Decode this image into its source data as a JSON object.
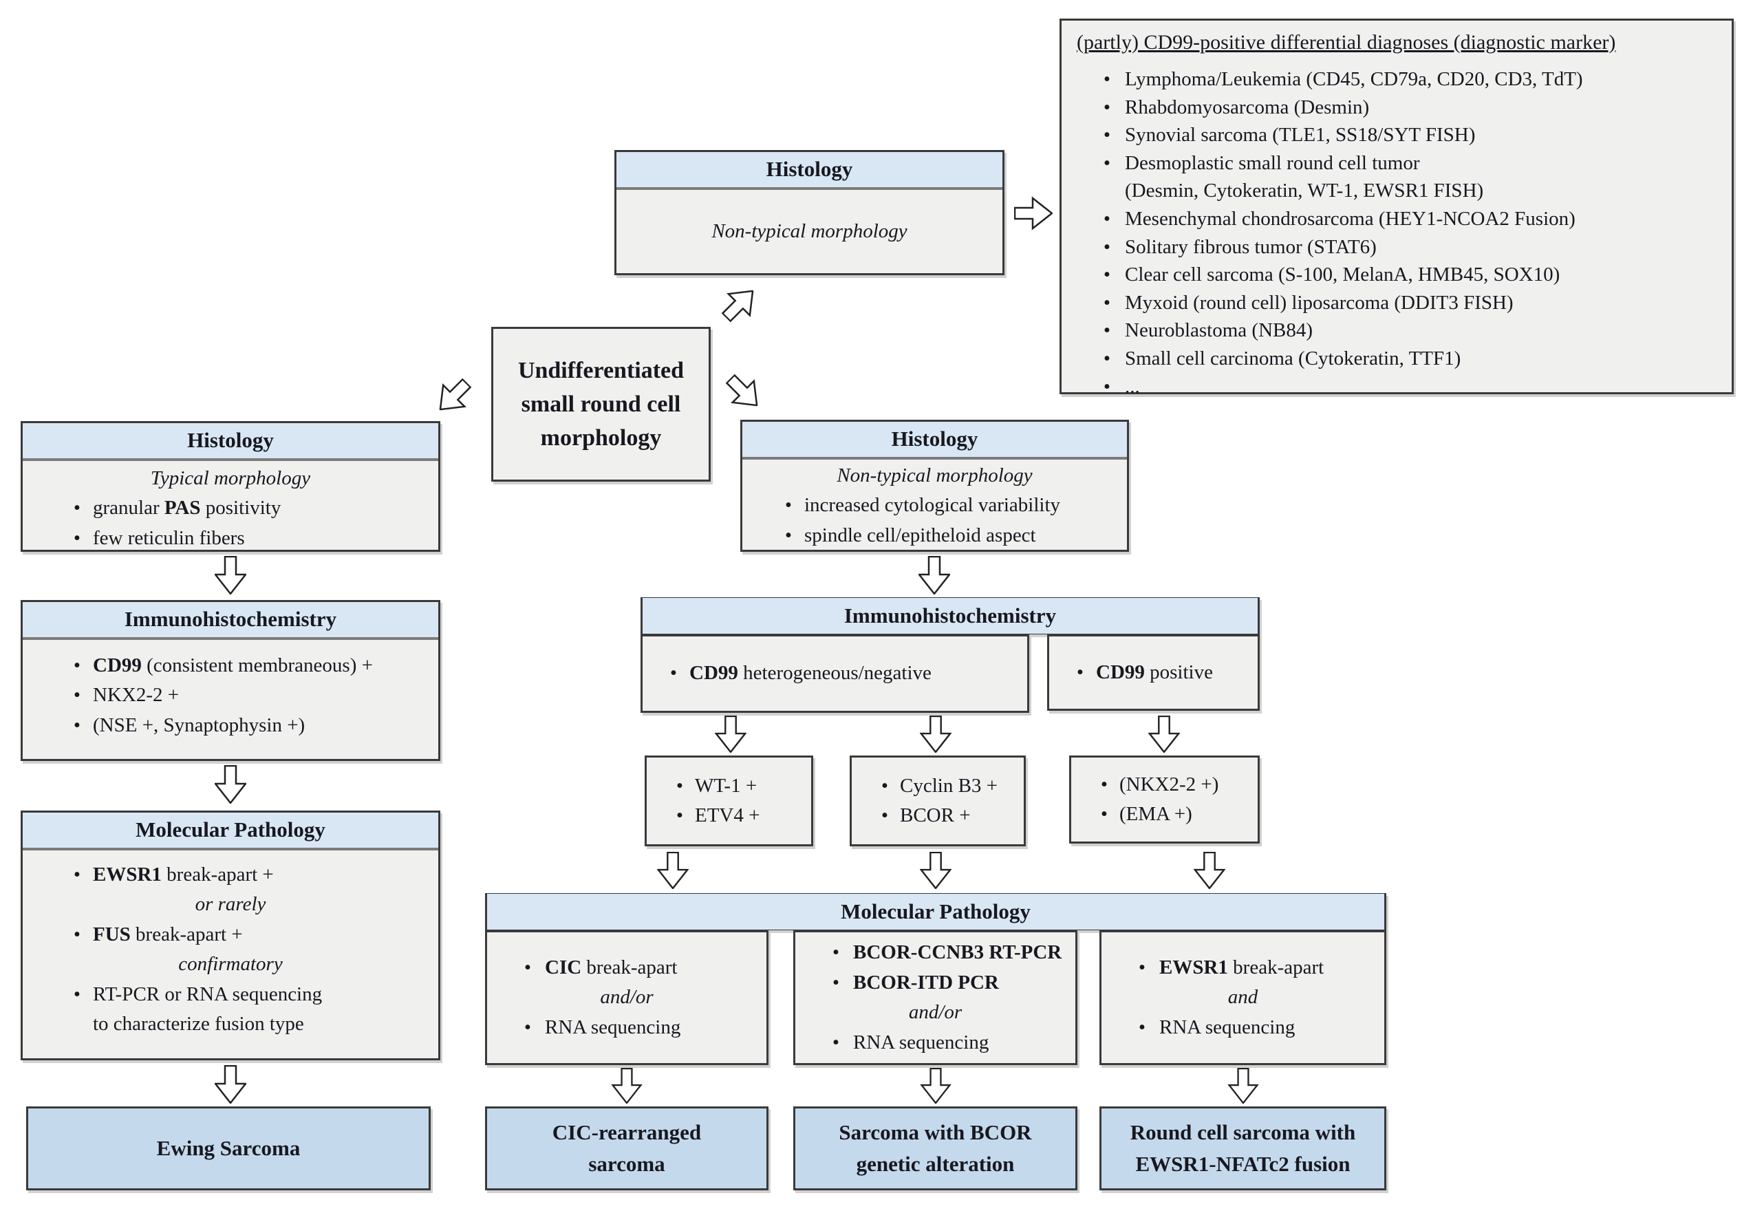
{
  "palette": {
    "header_fill": "#d9e7f5",
    "body_fill": "#f0f0ee",
    "result_fill": "#c4d9ec",
    "border": "#3a3a3a",
    "text": "#181820"
  },
  "differential": {
    "title": "(partly) CD99-positive differential diagnoses (diagnostic marker)",
    "lines": [
      {
        "type": "bullet",
        "seg": [
          {
            "t": "Lymphoma/Leukemia (CD45, CD79a, CD20, CD3, TdT)"
          }
        ]
      },
      {
        "type": "bullet",
        "seg": [
          {
            "t": "Rhabdomyosarcoma (Desmin)"
          }
        ]
      },
      {
        "type": "bullet",
        "seg": [
          {
            "t": "Synovial sarcoma (TLE1, SS18/SYT FISH)"
          }
        ]
      },
      {
        "type": "bullet",
        "seg": [
          {
            "t": "Desmoplastic small round cell tumor"
          }
        ]
      },
      {
        "type": "cont",
        "seg": [
          {
            "t": "(Desmin, Cytokeratin, WT-1, EWSR1 FISH)"
          }
        ]
      },
      {
        "type": "bullet",
        "seg": [
          {
            "t": "Mesenchymal chondrosarcoma (HEY1-NCOA2 Fusion)"
          }
        ]
      },
      {
        "type": "bullet",
        "seg": [
          {
            "t": "Solitary fibrous tumor (STAT6)"
          }
        ]
      },
      {
        "type": "bullet",
        "seg": [
          {
            "t": "Clear cell sarcoma (S-100, MelanA, HMB45, SOX10)"
          }
        ]
      },
      {
        "type": "bullet",
        "seg": [
          {
            "t": "Myxoid (round cell) liposarcoma (DDIT3 FISH)"
          }
        ]
      },
      {
        "type": "bullet",
        "seg": [
          {
            "t": "Neuroblastoma (NB84)"
          }
        ]
      },
      {
        "type": "bullet",
        "seg": [
          {
            "t": "Small cell carcinoma (Cytokeratin, TTF1)"
          }
        ]
      },
      {
        "type": "bullet",
        "seg": [
          {
            "t": "..."
          }
        ]
      }
    ]
  },
  "top": {
    "histology": {
      "header": "Histology",
      "lines": [
        {
          "type": "center",
          "seg": [
            {
              "t": "Non-typical morphology",
              "i": true
            }
          ]
        }
      ]
    }
  },
  "center": {
    "lines": [
      {
        "type": "center",
        "seg": [
          {
            "t": "Undifferentiated",
            "b": true
          }
        ]
      },
      {
        "type": "center",
        "seg": [
          {
            "t": "small round cell",
            "b": true
          }
        ]
      },
      {
        "type": "center",
        "seg": [
          {
            "t": "morphology",
            "b": true
          }
        ]
      }
    ]
  },
  "left": {
    "histology": {
      "header": "Histology",
      "lines": [
        {
          "type": "center",
          "seg": [
            {
              "t": "Typical morphology",
              "i": true
            }
          ]
        },
        {
          "type": "bullet",
          "seg": [
            {
              "t": "granular "
            },
            {
              "t": "PAS",
              "b": true
            },
            {
              "t": " positivity"
            }
          ]
        },
        {
          "type": "bullet",
          "seg": [
            {
              "t": "few reticulin fibers"
            }
          ]
        }
      ]
    },
    "ihc": {
      "header": "Immunohistochemistry",
      "lines": [
        {
          "type": "bullet",
          "seg": [
            {
              "t": "CD99",
              "b": true
            },
            {
              "t": " (consistent membraneous) +"
            }
          ]
        },
        {
          "type": "bullet",
          "seg": [
            {
              "t": "NKX2-2 +"
            }
          ]
        },
        {
          "type": "bullet",
          "seg": [
            {
              "t": "(NSE +, Synaptophysin +)"
            }
          ]
        }
      ]
    },
    "molpath": {
      "header": "Molecular Pathology",
      "lines": [
        {
          "type": "bullet",
          "seg": [
            {
              "t": "EWSR1",
              "b": true
            },
            {
              "t": " break-apart +"
            }
          ]
        },
        {
          "type": "center",
          "seg": [
            {
              "t": "or rarely",
              "i": true
            }
          ]
        },
        {
          "type": "bullet",
          "seg": [
            {
              "t": "FUS",
              "b": true
            },
            {
              "t": " break-apart +"
            }
          ]
        },
        {
          "type": "center",
          "seg": [
            {
              "t": "confirmatory",
              "i": true
            }
          ]
        },
        {
          "type": "bullet",
          "seg": [
            {
              "t": "RT-PCR or RNA sequencing"
            }
          ]
        },
        {
          "type": "cont",
          "seg": [
            {
              "t": "to characterize fusion type"
            }
          ]
        }
      ]
    },
    "result": {
      "lines": [
        {
          "type": "center",
          "seg": [
            {
              "t": "Ewing Sarcoma",
              "b": true
            }
          ]
        }
      ]
    }
  },
  "middle": {
    "histology": {
      "header": "Histology",
      "lines": [
        {
          "type": "center",
          "seg": [
            {
              "t": "Non-typical morphology",
              "i": true
            }
          ]
        },
        {
          "type": "bullet",
          "seg": [
            {
              "t": "increased cytological variability"
            }
          ]
        },
        {
          "type": "bullet",
          "seg": [
            {
              "t": "spindle cell/epitheloid aspect"
            }
          ]
        }
      ]
    },
    "ihc": {
      "header": "Immunohistochemistry",
      "neg": {
        "lines": [
          {
            "type": "bullet",
            "seg": [
              {
                "t": "CD99",
                "b": true
              },
              {
                "t": " heterogeneous/negative"
              }
            ]
          }
        ]
      },
      "pos": {
        "lines": [
          {
            "type": "bullet",
            "seg": [
              {
                "t": "CD99",
                "b": true
              },
              {
                "t": " positive"
              }
            ]
          }
        ]
      }
    },
    "markers": {
      "wt": {
        "lines": [
          {
            "type": "bullet",
            "seg": [
              {
                "t": "WT-1 +"
              }
            ]
          },
          {
            "type": "bullet",
            "seg": [
              {
                "t": "ETV4 +"
              }
            ]
          }
        ]
      },
      "cyclin": {
        "lines": [
          {
            "type": "bullet",
            "seg": [
              {
                "t": "Cyclin B3 +"
              }
            ]
          },
          {
            "type": "bullet",
            "seg": [
              {
                "t": "BCOR +"
              }
            ]
          }
        ]
      },
      "nkx": {
        "lines": [
          {
            "type": "bullet",
            "seg": [
              {
                "t": "(NKX2-2 +)"
              }
            ]
          },
          {
            "type": "bullet",
            "seg": [
              {
                "t": "(EMA +)"
              }
            ]
          }
        ]
      }
    },
    "molpath": {
      "header": "Molecular Pathology",
      "cic": {
        "lines": [
          {
            "type": "bullet",
            "seg": [
              {
                "t": "CIC",
                "b": true
              },
              {
                "t": " break-apart"
              }
            ]
          },
          {
            "type": "center",
            "seg": [
              {
                "t": "and/or",
                "i": true
              }
            ]
          },
          {
            "type": "bullet",
            "seg": [
              {
                "t": "RNA sequencing"
              }
            ]
          }
        ]
      },
      "bcor": {
        "lines": [
          {
            "type": "bullet",
            "seg": [
              {
                "t": "BCOR-CCNB3 RT-PCR",
                "b": true
              }
            ]
          },
          {
            "type": "bullet",
            "seg": [
              {
                "t": "BCOR-ITD PCR",
                "b": true
              }
            ]
          },
          {
            "type": "center",
            "seg": [
              {
                "t": "and/or",
                "i": true
              }
            ]
          },
          {
            "type": "bullet",
            "seg": [
              {
                "t": "RNA sequencing"
              }
            ]
          }
        ]
      },
      "ewsr1": {
        "lines": [
          {
            "type": "bullet",
            "seg": [
              {
                "t": "EWSR1",
                "b": true
              },
              {
                "t": " break-apart"
              }
            ]
          },
          {
            "type": "center",
            "seg": [
              {
                "t": "and",
                "i": true
              }
            ]
          },
          {
            "type": "bullet",
            "seg": [
              {
                "t": "RNA sequencing"
              }
            ]
          }
        ]
      }
    },
    "results": {
      "cic": {
        "lines": [
          {
            "type": "center",
            "seg": [
              {
                "t": "CIC-rearranged",
                "b": true
              }
            ]
          },
          {
            "type": "center",
            "seg": [
              {
                "t": "sarcoma",
                "b": true
              }
            ]
          }
        ]
      },
      "bcor": {
        "lines": [
          {
            "type": "center",
            "seg": [
              {
                "t": "Sarcoma with BCOR",
                "b": true
              }
            ]
          },
          {
            "type": "center",
            "seg": [
              {
                "t": "genetic alteration",
                "b": true
              }
            ]
          }
        ]
      },
      "ewsr1": {
        "lines": [
          {
            "type": "center",
            "seg": [
              {
                "t": "Round cell sarcoma with",
                "b": true
              }
            ]
          },
          {
            "type": "center",
            "seg": [
              {
                "t": "EWSR1-NFATc2 fusion",
                "b": true
              }
            ]
          }
        ]
      }
    }
  }
}
